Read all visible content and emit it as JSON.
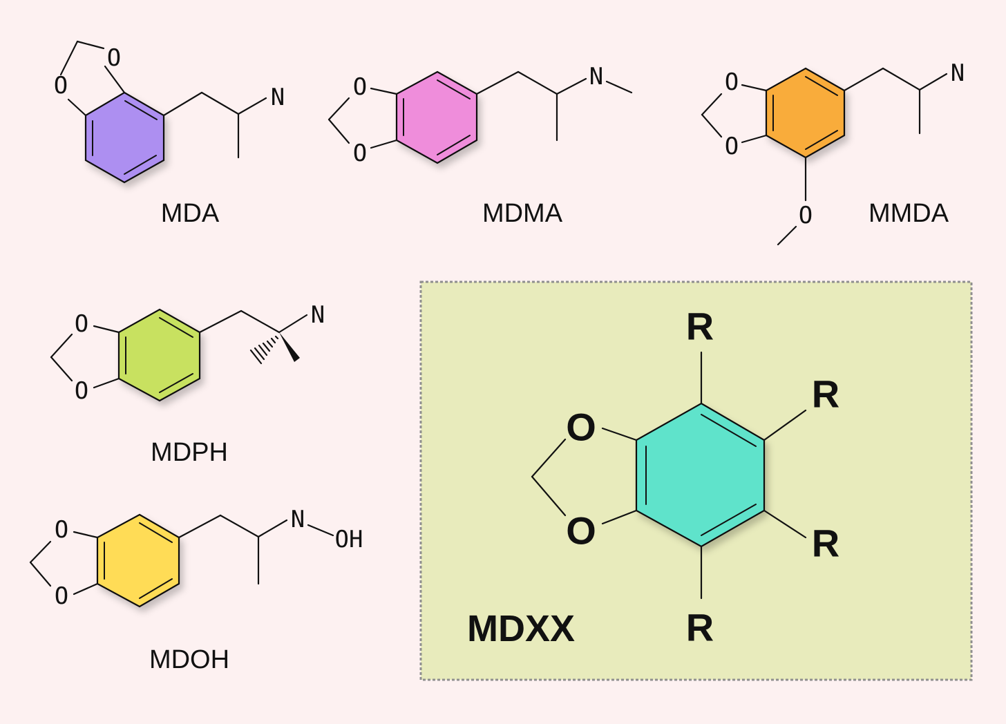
{
  "colors": {
    "background": "#fdf1f1",
    "panel": "#e8ebbc",
    "panel_border": "#8f8f8f",
    "mda_ring": "#ad8ff1",
    "mdma_ring": "#ef8ddb",
    "mmda_ring": "#f9ac3b",
    "mdph_ring": "#c8e160",
    "mdoh_ring": "#ffdc57",
    "mdxx_ring": "#5fe3cb"
  },
  "atoms": {
    "oxygen": "O",
    "nitrogen": "N",
    "hydroxyl": "OH",
    "r_group": "R"
  },
  "compounds": {
    "mda": {
      "name": "MDA"
    },
    "mdma": {
      "name": "MDMA"
    },
    "mmda": {
      "name": "MMDA"
    },
    "mdph": {
      "name": "MDPH"
    },
    "mdoh": {
      "name": "MDOH"
    },
    "mdxx": {
      "name": "MDXX"
    }
  }
}
